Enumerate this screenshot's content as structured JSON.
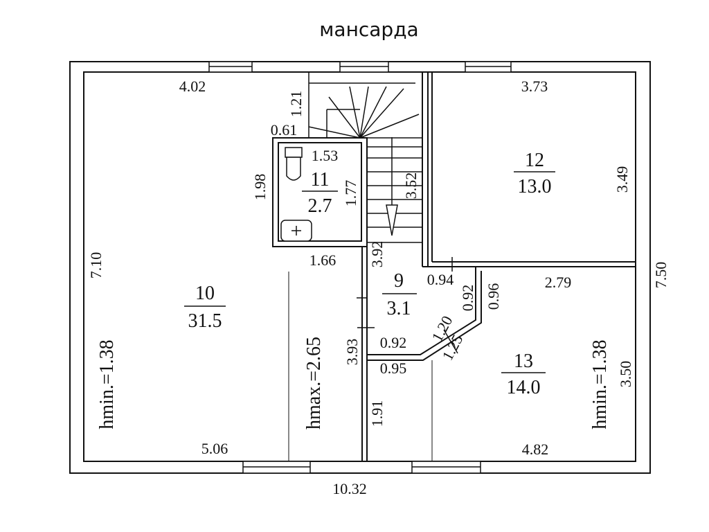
{
  "title": "мансарда",
  "rooms": [
    {
      "id": "10",
      "num": "10",
      "area": "31.5"
    },
    {
      "id": "11",
      "num": "11",
      "area": "2.7"
    },
    {
      "id": "12",
      "num": "12",
      "area": "13.0"
    },
    {
      "id": "9",
      "num": "9",
      "area": "3.1"
    },
    {
      "id": "13",
      "num": "13",
      "area": "14.0"
    }
  ],
  "dimensions": {
    "d_4_02": "4.02",
    "d_1_21": "1.21",
    "d_0_61": "0.61",
    "d_1_53": "1.53",
    "d_1_98": "1.98",
    "d_1_77": "1.77",
    "d_3_52": "3.52",
    "d_3_73": "3.73",
    "d_3_49": "3.49",
    "d_1_66": "1.66",
    "d_3_92": "3.92",
    "d_7_10": "7.10",
    "d_0_94": "0.94",
    "d_0_92a": "0.92",
    "d_0_96": "0.96",
    "d_2_79": "2.79",
    "d_7_50": "7.50",
    "d_1_20": "1.20",
    "d_3_93": "3.93",
    "d_0_92b": "0.92",
    "d_1_25": "1.25",
    "d_0_95": "0.95",
    "d_3_50": "3.50",
    "d_1_91": "1.91",
    "d_5_06": "5.06",
    "d_4_82": "4.82",
    "d_10_32": "10.32"
  },
  "heights": {
    "h_left": "hmin.=1.38",
    "h_mid": "hmax.=2.65",
    "h_right": "hmin.=1.38"
  }
}
